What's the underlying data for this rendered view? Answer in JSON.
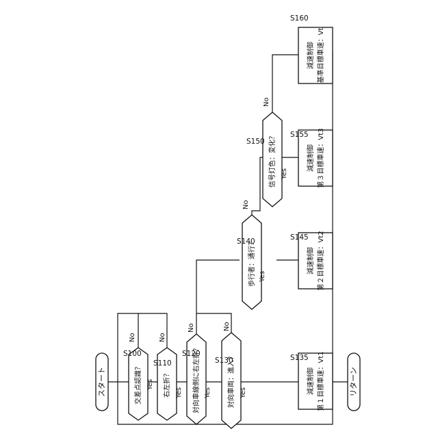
{
  "flowchart": {
    "start": "スタート",
    "end": "リターン",
    "decisions": [
      {
        "id": "S100",
        "text": "交差点認識？",
        "yes": "Yes",
        "no": "No"
      },
      {
        "id": "S110",
        "text": "右左折？",
        "yes": "Yes",
        "no": "No"
      },
      {
        "id": "S120",
        "text": "対向車線側に右左折？",
        "yes": "Yes",
        "no": "No"
      },
      {
        "id": "S130",
        "text": "対向車両：進入？",
        "yes": "Yes",
        "no": "No"
      },
      {
        "id": "S140",
        "text": "歩行者：通行？",
        "yes": "Yes",
        "no": "No"
      },
      {
        "id": "S150",
        "text": "信号灯色：変化？",
        "yes": "Yes",
        "no": "No"
      }
    ],
    "processes": [
      {
        "id": "S135",
        "line1": "減速制御",
        "line2": "第１目標車速：Vt1"
      },
      {
        "id": "S145",
        "line1": "減速制御",
        "line2": "第２目標車速：Vt2"
      },
      {
        "id": "S155",
        "line1": "減速制御",
        "line2": "第３目標車速：Vt3"
      },
      {
        "id": "S160",
        "line1": "減速制御",
        "line2": "基準目標車速：Vt"
      }
    ]
  }
}
